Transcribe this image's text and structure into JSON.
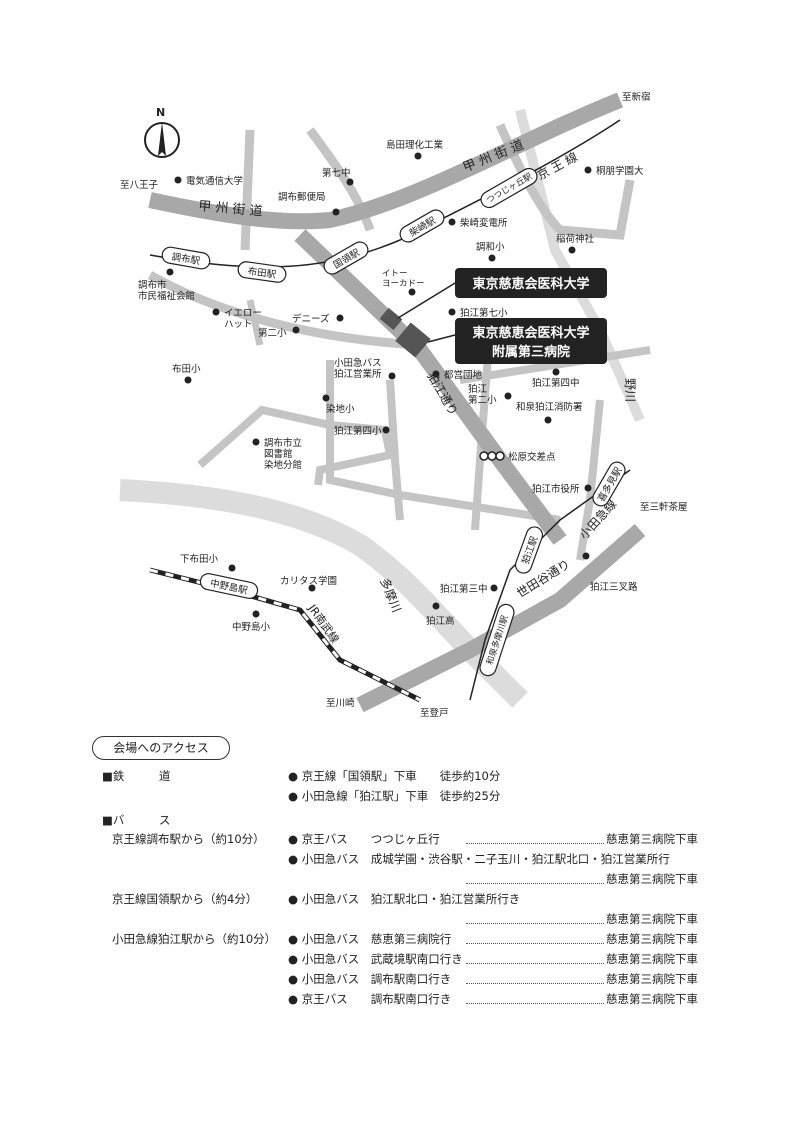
{
  "map": {
    "north": "N",
    "roads": {
      "koshu_kaido_1": "甲 州 街 道",
      "koshu_kaido_2": "甲 州 街 道",
      "komae_dori": "狛江通り",
      "setagaya_dori": "世田谷通り",
      "tamagawa": "多摩川",
      "nogawa": "野川"
    },
    "stations": {
      "chofu": "調布駅",
      "fuda": "布田駅",
      "kokuryo": "国領駅",
      "shibasaki": "柴崎駅",
      "tsutsujigaoka": "つつじヶ丘駅",
      "nakanoshima": "中野島駅",
      "komae": "狛江駅",
      "kitami": "喜多見駅",
      "izumitamagawa": "和泉多摩川駅"
    },
    "lines": {
      "keio": "京 王 線",
      "odakyu": "小田急線",
      "nambu": "JR南武線"
    },
    "destinations": {
      "shinjuku": "至新宿",
      "hachioji": "至八王子",
      "sangenjaya": "至三軒茶屋",
      "kawasaki": "至川崎",
      "noborito": "至登戸"
    },
    "callouts": {
      "university": "東京慈恵会医科大学",
      "hospital_line1": "東京慈恵会医科大学",
      "hospital_line2": "附属第三病院"
    },
    "landmarks": {
      "shimada": "島田理化工業",
      "dentsu": "電気通信大学",
      "daishichi": "第七中",
      "chofu_post": "調布郵便局",
      "toho": "桐朋学園大",
      "shibasaki_hen": "柴崎変電所",
      "chowa": "調和小",
      "inari": "稲荷神社",
      "ito_yokado": "イトー\nヨーカドー",
      "chofu_fukushi": "調布市\n市民福祉会館",
      "yellow_hat": "イエロー\nハット",
      "dennys": "デニーズ",
      "daini_sho": "第二小",
      "komae_7": "狛江第七小",
      "fudasho": "布田小",
      "odakyu_bus": "小田急バス\n狛江営業所",
      "toei": "都営団地",
      "komae_2": "狛江\n第二小",
      "komae_4chu": "狛江第四中",
      "izumi_fire": "和泉狛江消防署",
      "somechi": "染地小",
      "komae_4sho": "狛江第四小",
      "library": "調布市立\n図書館\n染地分館",
      "matsubara": "松原交差点",
      "city_hall": "狛江市役所",
      "shimofuda": "下布田小",
      "caritas": "カリタス学園",
      "nakanoshima_sho": "中野島小",
      "komae_3chu": "狛江第三中",
      "komae_high": "狛江高",
      "sanjiro": "狛江三叉路"
    }
  },
  "access": {
    "title": "会場へのアクセス",
    "train": {
      "heading": "■鉄　　　道",
      "items": [
        {
          "bullet": "●",
          "text": "京王線「国領駅」下車　　徒歩約10分"
        },
        {
          "bullet": "●",
          "text": "小田急線「狛江駅」下車　徒歩約25分"
        }
      ]
    },
    "bus": {
      "heading": "■バ　　　ス",
      "groups": [
        {
          "from": "京王線調布駅から（約10分）",
          "routes": [
            {
              "bullet": "●",
              "company": "京王バス",
              "route": "つつじヶ丘行",
              "dest": "慈恵第三病院下車"
            },
            {
              "bullet": "●",
              "company": "小田急バス",
              "route": "成城学園・渋谷駅・二子玉川・狛江駅北口・狛江営業所行",
              "dest": "慈恵第三病院下車"
            }
          ]
        },
        {
          "from": "京王線国領駅から（約4分）",
          "routes": [
            {
              "bullet": "●",
              "company": "小田急バス",
              "route": "狛江駅北口・狛江営業所行き",
              "dest": "慈恵第三病院下車"
            }
          ]
        },
        {
          "from": "小田急線狛江駅から（約10分）",
          "routes": [
            {
              "bullet": "●",
              "company": "小田急バス",
              "route": "慈恵第三病院行",
              "dest": "慈恵第三病院下車"
            },
            {
              "bullet": "●",
              "company": "小田急バス",
              "route": "武蔵境駅南口行き",
              "dest": "慈恵第三病院下車"
            },
            {
              "bullet": "●",
              "company": "小田急バス",
              "route": "調布駅南口行き",
              "dest": "慈恵第三病院下車"
            },
            {
              "bullet": "●",
              "company": "京王バス",
              "route": "調布駅南口行き",
              "dest": "慈恵第三病院下車"
            }
          ]
        }
      ]
    }
  }
}
